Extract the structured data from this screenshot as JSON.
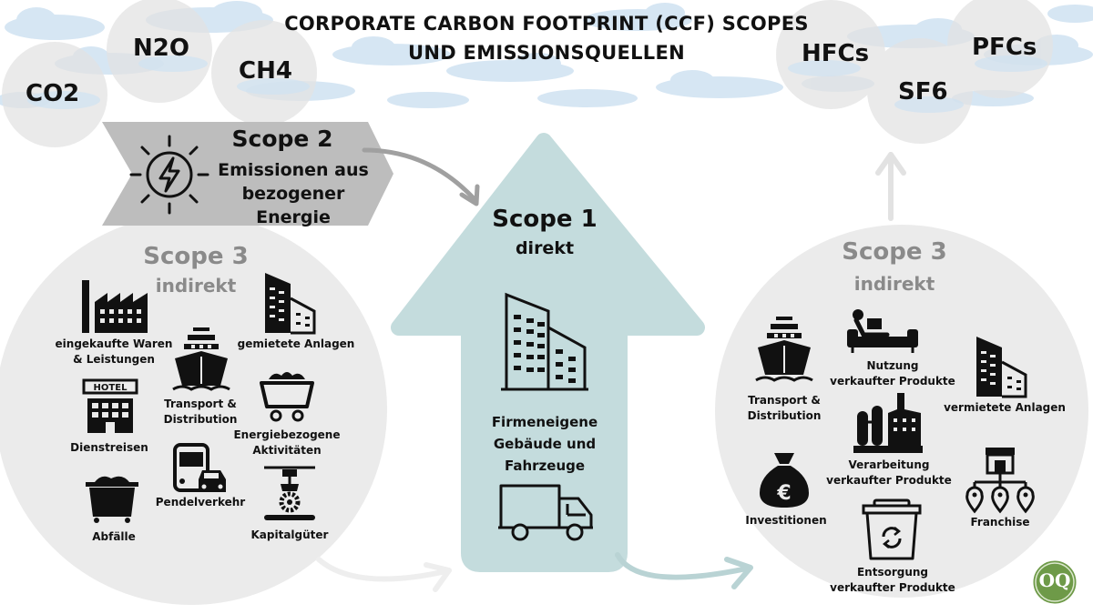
{
  "title": {
    "line1": "CORPORATE CARBON FOOTPRINT (CCF) SCOPES",
    "line2": "UND EMISSIONSQUELLEN"
  },
  "gases": {
    "co2": "CO2",
    "n2o": "N2O",
    "ch4": "CH4",
    "hfcs": "HFCs",
    "sf6": "SF6",
    "pfcs": "PFCs"
  },
  "scope2": {
    "heading": "Scope 2",
    "line1": "Emissionen aus",
    "line2": "bezogener Energie"
  },
  "scope1": {
    "heading": "Scope 1",
    "sub": "direkt",
    "line1": "Firmeneigene",
    "line2": "Gebäude und",
    "line3": "Fahrzeuge"
  },
  "scope3_left": {
    "heading": "Scope 3",
    "sub": "indirekt",
    "items": {
      "purchased_1": "eingekaufte Waren",
      "purchased_2": "& Leistungen",
      "leased_assets": "gemietete Anlagen",
      "transport_1": "Transport &",
      "transport_2": "Distribution",
      "energy_1": "Energiebezogene",
      "energy_2": "Aktivitäten",
      "business_travel": "Dienstreisen",
      "commuting": "Pendelverkehr",
      "waste": "Abfälle",
      "capital_goods": "Kapitalgüter"
    }
  },
  "scope3_right": {
    "heading": "Scope 3",
    "sub": "indirekt",
    "items": {
      "transport_1": "Transport &",
      "transport_2": "Distribution",
      "use_1": "Nutzung",
      "use_2": "verkaufter Produkte",
      "leased_assets": "vermietete Anlagen",
      "processing_1": "Verarbeitung",
      "processing_2": "verkaufter Produkte",
      "investments": "Investitionen",
      "franchise": "Franchise",
      "disposal_1": "Entsorgung",
      "disposal_2": "verkaufter Produkte"
    }
  },
  "logo": {
    "text": "OQ"
  },
  "colors": {
    "scope1_fill": "#c4dcdd",
    "scope2_fill": "#bdbdbd",
    "scope3_fill": "#ebebeb",
    "cloud_fill": "#c9dff0",
    "gas_circle": "#e9e9e9",
    "logo_fill": "#6e9a48"
  },
  "icons": {
    "scope2": "lightning-sun-icon",
    "scope1_building": "office-building-icon",
    "scope1_truck": "delivery-truck-icon",
    "factory": "factory-icon",
    "office": "office-building-icon",
    "ship": "ship-icon",
    "cart": "mine-cart-icon",
    "hotel": "hotel-icon",
    "bus": "bus-car-icon",
    "waste": "waste-container-icon",
    "capital": "robot-arm-icon",
    "couch": "person-couch-icon",
    "plant": "industrial-plant-icon",
    "money": "euro-money-bag-icon",
    "franchise": "franchise-network-icon",
    "recycle": "recycling-bin-icon"
  }
}
